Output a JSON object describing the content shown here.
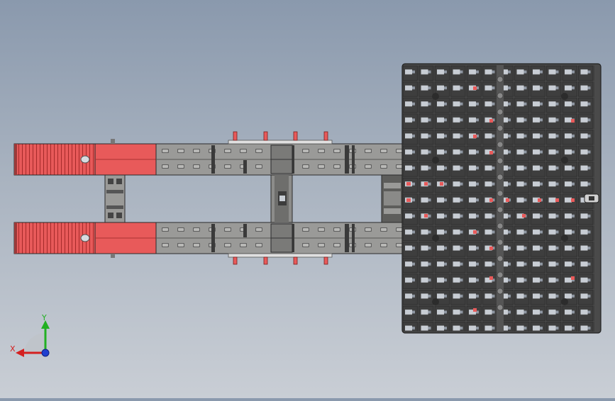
{
  "model": {
    "name": "trailer-top-view",
    "colors": {
      "background_top": "#8a99ad",
      "background_bottom": "#c9ced5",
      "frame_gray": "#9a9a98",
      "frame_outline": "#2b2b2b",
      "accent_red": "#e85a5a",
      "deck_dark": "#4a4a4a",
      "deck_cell": "#3c3c3c",
      "slot_light": "#c8cdd4"
    }
  },
  "triad": {
    "x_label": "X",
    "y_label": "Y",
    "x_color": "#d42020",
    "y_color": "#22b022",
    "z_color": "#2040d0"
  }
}
